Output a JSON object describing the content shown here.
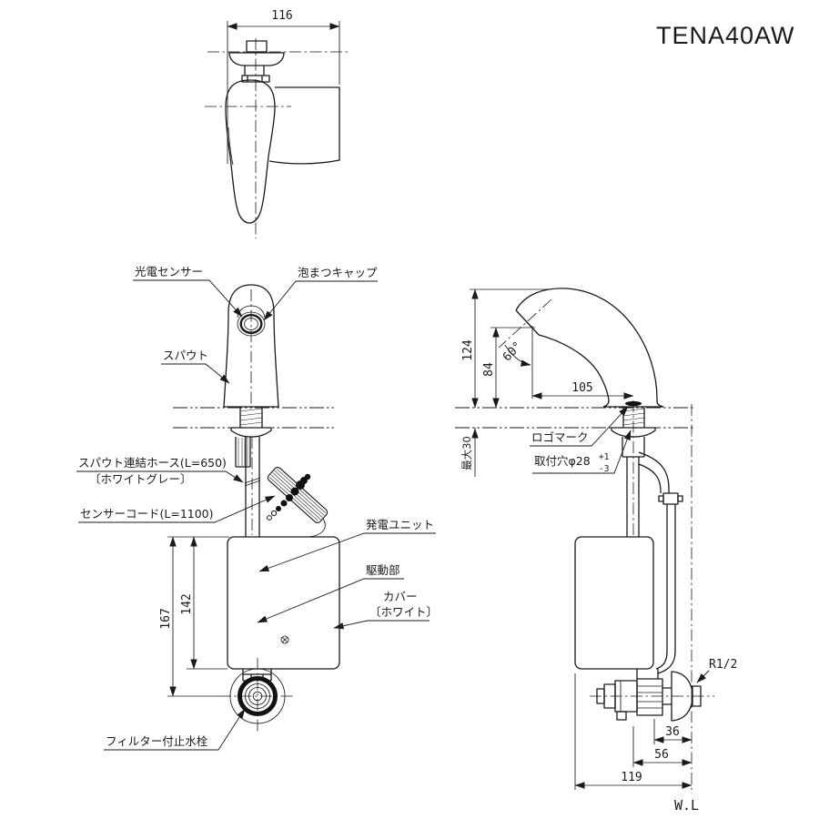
{
  "title": "TENA40AW",
  "top_view": {
    "width_dim": "116"
  },
  "front_view": {
    "photo_sensor": "光電センサー",
    "foam_cap": "泡まつキャップ",
    "spout": "スパウト",
    "hose": "スパウト連結ホース(L=650)",
    "hose_color": "〔ホワイトグレー〕",
    "sensor_cord": "センサーコード(L=1100)",
    "generator_unit": "発電ユニット",
    "drive_unit": "駆動部",
    "cover": "カバー",
    "cover_color": "〔ホワイト〕",
    "filter_stop_valve": "フィルター付止水栓",
    "height_total": "167",
    "height_box": "142"
  },
  "side_view": {
    "logo_mark": "ロゴマーク",
    "mounting_hole": "取付穴φ28",
    "tol_plus": "+1",
    "tol_minus": "-3",
    "max_counter": "最大30",
    "spout_height": "124",
    "outlet_height": "84",
    "outlet_angle": "60°",
    "reach": "105",
    "thread": "R1/2",
    "wall_line": "W.L",
    "d36": "36",
    "d56": "56",
    "d119": "119"
  }
}
